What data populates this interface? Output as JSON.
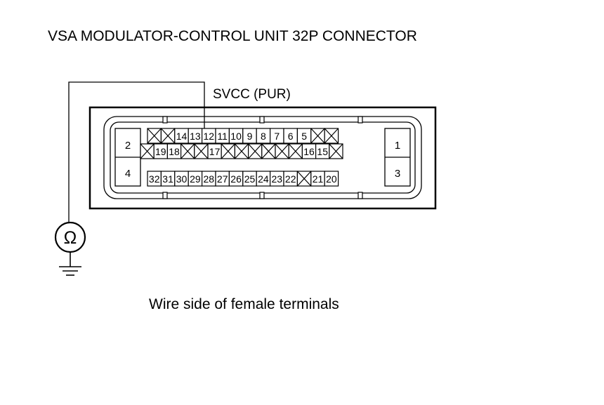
{
  "title": "VSA MODULATOR-CONTROL UNIT 32P CONNECTOR",
  "wire_label": "SVCC (PUR)",
  "caption": "Wire side of female terminals",
  "meter_symbol": "Ω",
  "meter_icon": "ohmmeter-icon",
  "ground_icon": "ground-icon",
  "probe_terminal": "13",
  "side_terminals": {
    "top_left": "2",
    "bottom_left": "4",
    "top_right": "1",
    "bottom_right": "3"
  },
  "rows": {
    "top": [
      "",
      "",
      "14",
      "13",
      "12",
      "11",
      "10",
      "9",
      "8",
      "7",
      "6",
      "5",
      "",
      ""
    ],
    "middle": [
      "",
      "19",
      "18",
      "",
      "",
      "17",
      "",
      "",
      "",
      "",
      "",
      "",
      "16",
      "15",
      ""
    ],
    "bottom": [
      "32",
      "31",
      "30",
      "29",
      "28",
      "27",
      "26",
      "25",
      "24",
      "23",
      "22",
      "",
      "21",
      "20"
    ]
  }
}
